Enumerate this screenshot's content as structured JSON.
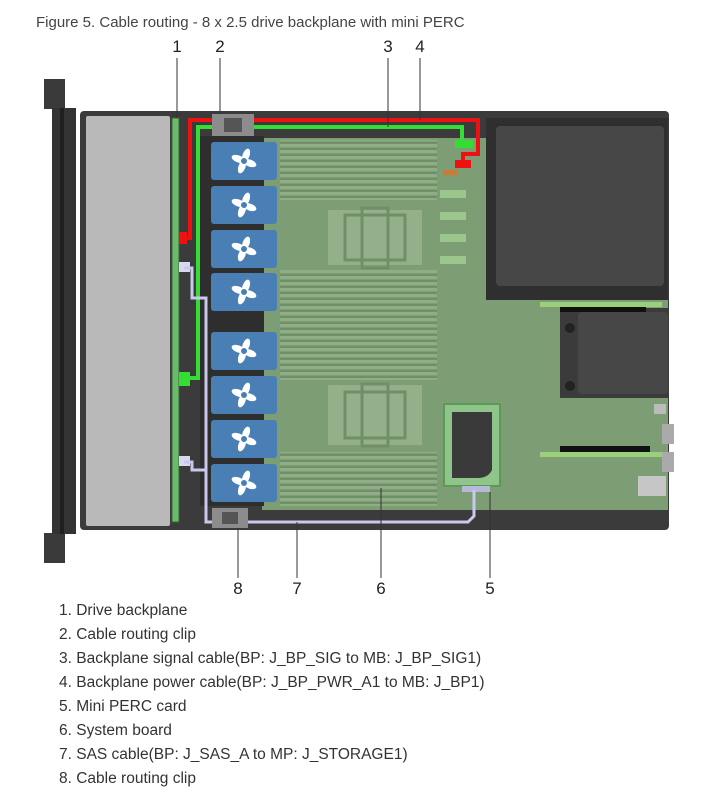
{
  "figure_caption": "Figure 5. Cable routing - 8 x 2.5 drive backplane with mini PERC",
  "callouts_top": [
    "1",
    "2",
    "3",
    "4"
  ],
  "callouts_bottom": [
    "8",
    "7",
    "6",
    "5"
  ],
  "legend": [
    "1. Drive backplane",
    "2. Cable routing clip",
    "3. Backplane signal cable(BP: J_BP_SIG to MB: J_BP_SIG1)",
    "4. Backplane power cable(BP: J_BP_PWR_A1 to MB: J_BP1)",
    "5. Mini PERC card",
    "6. System board",
    "7. SAS cable(BP: J_SAS_A to MP: J_STORAGE1)",
    "8. Cable routing clip"
  ],
  "colors": {
    "chassis": "#3b3b3b",
    "drive_bay": "#b9b9b9",
    "board": "#7d9e74",
    "fan": "#4a7fb5",
    "signal_cable": "#33dd33",
    "power_cable": "#ee1111",
    "sas_cable": "#c9c9ee"
  }
}
